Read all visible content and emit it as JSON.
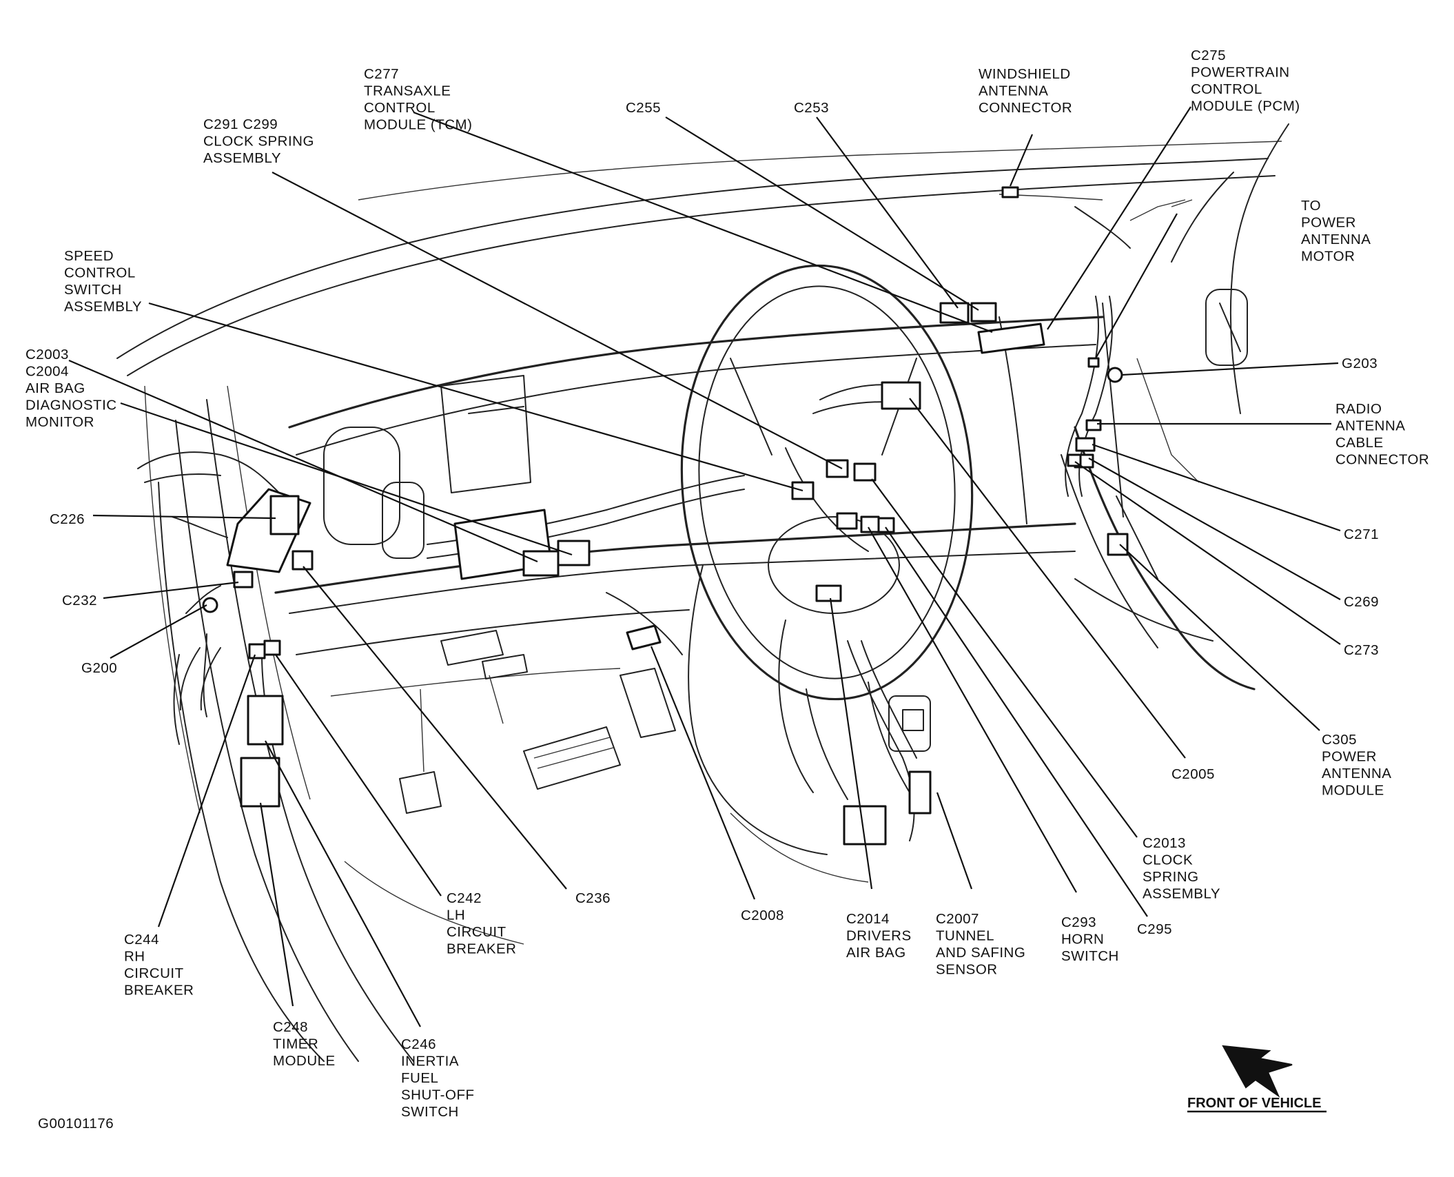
{
  "figure_id": "G00101176",
  "orientation": "FRONT OF VEHICLE",
  "callouts": [
    {
      "id": "c277",
      "lines": [
        "C277",
        "TRANSAXLE",
        "CONTROL",
        "MODULE (TCM)"
      ]
    },
    {
      "id": "c275",
      "lines": [
        "C275",
        "POWERTRAIN",
        "CONTROL",
        "MODULE (PCM)"
      ]
    },
    {
      "id": "windshield",
      "lines": [
        "WINDSHIELD",
        "ANTENNA",
        "CONNECTOR"
      ]
    },
    {
      "id": "c255",
      "lines": [
        "C255"
      ]
    },
    {
      "id": "c253",
      "lines": [
        "C253"
      ]
    },
    {
      "id": "c291",
      "lines": [
        "C291  C299",
        "CLOCK SPRING",
        "ASSEMBLY"
      ]
    },
    {
      "id": "to-power",
      "lines": [
        "TO",
        "POWER",
        "ANTENNA",
        "MOTOR"
      ]
    },
    {
      "id": "speed",
      "lines": [
        "SPEED",
        "CONTROL",
        "SWITCH",
        "ASSEMBLY"
      ]
    },
    {
      "id": "c2003",
      "lines": [
        "C2003",
        "C2004",
        "AIR BAG",
        "DIAGNOSTIC",
        "MONITOR"
      ]
    },
    {
      "id": "g203",
      "lines": [
        "G203"
      ]
    },
    {
      "id": "radio",
      "lines": [
        "RADIO",
        "ANTENNA",
        "CABLE",
        "CONNECTOR"
      ]
    },
    {
      "id": "c226",
      "lines": [
        "C226"
      ]
    },
    {
      "id": "c271",
      "lines": [
        "C271"
      ]
    },
    {
      "id": "c232",
      "lines": [
        "C232"
      ]
    },
    {
      "id": "c269",
      "lines": [
        "C269"
      ]
    },
    {
      "id": "c273",
      "lines": [
        "C273"
      ]
    },
    {
      "id": "g200",
      "lines": [
        "G200"
      ]
    },
    {
      "id": "c305",
      "lines": [
        "C305",
        "POWER",
        "ANTENNA",
        "MODULE"
      ]
    },
    {
      "id": "c2005",
      "lines": [
        "C2005"
      ]
    },
    {
      "id": "c2013",
      "lines": [
        "C2013",
        "CLOCK",
        "SPRING",
        "ASSEMBLY"
      ]
    },
    {
      "id": "c236",
      "lines": [
        "C236"
      ]
    },
    {
      "id": "c2008",
      "lines": [
        "C2008"
      ]
    },
    {
      "id": "c242",
      "lines": [
        "C242",
        "LH",
        "CIRCUIT",
        "BREAKER"
      ]
    },
    {
      "id": "c2014",
      "lines": [
        "C2014",
        "DRIVERS",
        "AIR BAG"
      ]
    },
    {
      "id": "c2007",
      "lines": [
        "C2007",
        "TUNNEL",
        "AND SAFING",
        "SENSOR"
      ]
    },
    {
      "id": "c293",
      "lines": [
        "C293",
        "HORN",
        "SWITCH"
      ]
    },
    {
      "id": "c295",
      "lines": [
        "C295"
      ]
    },
    {
      "id": "c244",
      "lines": [
        "C244",
        "RH",
        "CIRCUIT",
        "BREAKER"
      ]
    },
    {
      "id": "c248",
      "lines": [
        "C248",
        "TIMER",
        "MODULE"
      ]
    },
    {
      "id": "c246",
      "lines": [
        "C246",
        "INERTIA",
        "FUEL",
        "SHUT-OFF",
        "SWITCH"
      ]
    }
  ]
}
